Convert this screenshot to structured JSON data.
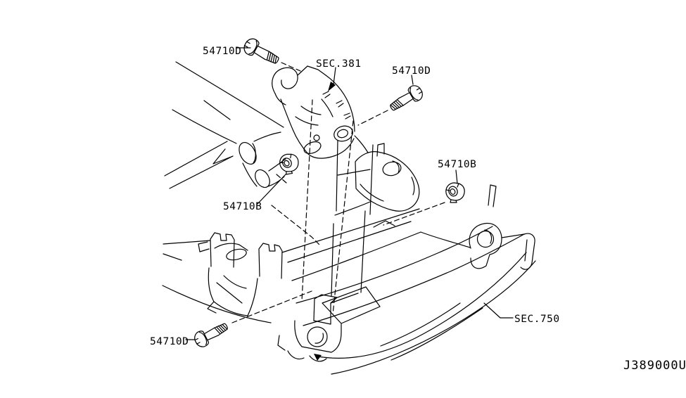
{
  "page": {
    "background_color": "#ffffff",
    "line_color": "#000000",
    "text_color": "#000000"
  },
  "diagram": {
    "description": "Engine mounting / front final drive parts diagram",
    "code": "J389000U",
    "sections": [
      {
        "id": "section-381",
        "label": "SEC.381"
      },
      {
        "id": "section-750",
        "label": "SEC.750"
      }
    ],
    "callouts": [
      {
        "id": "bolt-top-left",
        "label": "54710D",
        "part_type": "flange-bolt"
      },
      {
        "id": "section-ref-381",
        "label": "SEC.381",
        "part_type": "section-reference"
      },
      {
        "id": "bolt-top-right",
        "label": "54710D",
        "part_type": "flange-bolt"
      },
      {
        "id": "nut-right",
        "label": "54710B",
        "part_type": "flange-nut"
      },
      {
        "id": "nut-left",
        "label": "54710B",
        "part_type": "flange-nut"
      },
      {
        "id": "bolt-bottom-left",
        "label": "54710D",
        "part_type": "flange-bolt"
      },
      {
        "id": "section-ref-750",
        "label": "SEC.750",
        "part_type": "section-reference"
      }
    ]
  }
}
